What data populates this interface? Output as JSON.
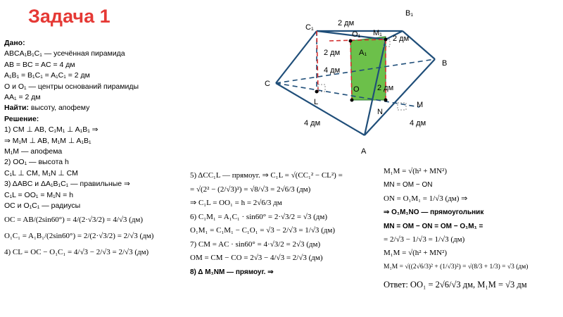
{
  "title": "Задача 1",
  "given": {
    "header": "Дано:",
    "lines": [
      "ABCA₁B₁C₁ — усечённая пирамида",
      "AB = BC = AC = 4 дм",
      "A₁B₁ = B₁C₁ = A₁C₁ = 2 дм",
      "O и O₁ — центры оснований пирамиды",
      "AA₁ = 2 дм"
    ],
    "find_header": "Найти:",
    "find_text": "высоту, апофему"
  },
  "solution": {
    "header": "Решение:",
    "lines": [
      "1) CM ⊥ AB, C₁M₁ ⊥ A₁B₁ ⇒",
      "⇒ M₁M ⊥ AB, M₁M ⊥ A₁B₁",
      "M₁M — апофема",
      "2) OO₁ — высота h",
      "C₁L ⊥ CM, M₁N ⊥ CM",
      "3) ΔABC и ΔA₁B₁C₁ — правильные ⇒",
      "C₁L = OO₁ = M₁N = h",
      "OC и O₁C₁ — радиусы",
      "OC = AB/(2sin60°) = 4/(2·√3/2) = 4/√3 (дм)",
      "O₁C₁ = A₁B₁/(2sin60°) = 2/(2·√3/2) = 2/√3 (дм)",
      "4) CL = OC − O₁C₁ = 4/√3 − 2/√3 = 2/√3 (дм)"
    ]
  },
  "steps_mid": [
    "5) ΔCC₁L — прямоуг. ⇒ C₁L = √(CC₁² − CL²) =",
    "= √(2² − (2/√3)²) = √8/√3 = 2√6/3 (дм)",
    "⇒ C₁L = OO₁ = h = 2√6/3 дм",
    "6) C₁M₁ = A₁C₁ · sin60° = 2·√3/2 = √3 (дм)",
    "O₁M₁ = C₁M₁ − C₁O₁ = √3 − 2/√3 = 1/√3 (дм)",
    "7) CM = AC · sin60° = 4·√3/2 = 2√3 (дм)",
    "OM = CM − CO = 2√3 − 4/√3 = 2/√3 (дм)",
    "8) Δ M₁NM — прямоуг. ⇒"
  ],
  "steps_right": [
    "M₁M = √(h² + MN²)",
    "MN = OM − ON",
    "ON = O₁M₁ = 1/√3 (дм) ⇒",
    "⇒ O₁M₁NO — прямоугольник",
    "MN = OM − ON = OM − O₁M₁ =",
    "= 2/√3 − 1/√3 = 1/√3 (дм)",
    "M₁M = √(h² + MN²)",
    "M₁M = √((2√6/3)² + (1/√3)²) = √(8/3 + 1/3) = √3 (дм)"
  ],
  "answer": "Ответ: OO₁ = 2√6/√3 дм, M₁M = √3 дм",
  "figure": {
    "vertices": {
      "A": "A",
      "B": "B",
      "C": "C",
      "A1": "A₁",
      "B1": "B₁",
      "C1": "C₁"
    },
    "points": {
      "O": "O",
      "O1": "O₁",
      "M": "M",
      "M1": "M₁",
      "L": "L",
      "N": "N"
    },
    "measures": {
      "top_edge": "2 дм",
      "c1_a1": "2 дм",
      "b1_m1": "2 дм",
      "c1_l": "2 дм",
      "height": "4 дм",
      "right_height": "2 дм",
      "bottom_left": "4 дм",
      "bottom_right": "4 дм"
    },
    "colors": {
      "face": "#6cc04a",
      "edge": "#1f4e79",
      "red": "#d32f2f"
    }
  }
}
